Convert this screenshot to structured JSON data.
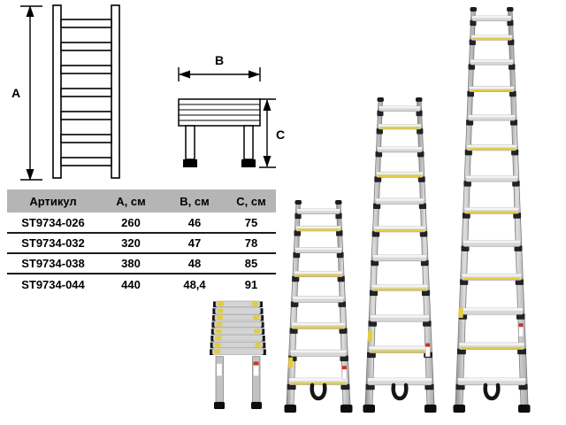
{
  "diagrams": {
    "front": {
      "dim_height_label": "А"
    },
    "side": {
      "dim_width_label": "В",
      "dim_depth_label": "С"
    }
  },
  "table": {
    "headers": [
      "Артикул",
      "А, см",
      "В, см",
      "С, см"
    ],
    "rows": [
      [
        "ST9734-026",
        "260",
        "46",
        "75"
      ],
      [
        "ST9734-032",
        "320",
        "47",
        "78"
      ],
      [
        "ST9734-038",
        "380",
        "48",
        "85"
      ],
      [
        "ST9734-044",
        "440",
        "48,4",
        "91"
      ]
    ]
  },
  "colors": {
    "table_header_bg": "#b5b5b5",
    "accent_yellow": "#e3cc3d",
    "line_black": "#000000"
  }
}
